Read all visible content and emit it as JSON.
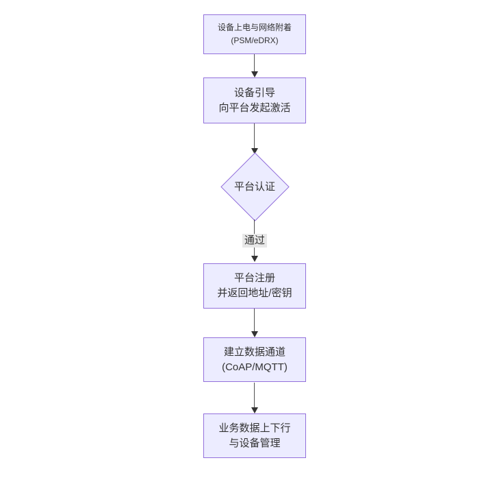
{
  "theme": {
    "background": "#ffffff",
    "node_fill": "#ECECFF",
    "node_border": "#9370DB",
    "node_text": "#333333",
    "edge_color": "#333333",
    "edge_label_bg": "#e8e8e8"
  },
  "diagram": {
    "type": "flowchart",
    "direction": "top-down",
    "nodes": [
      {
        "id": "n1",
        "shape": "rect",
        "lines": [
          "设备上电与网络附着",
          "(PSM/eDRX)"
        ]
      },
      {
        "id": "n2",
        "shape": "rect",
        "lines": [
          "设备引导",
          "向平台发起激活"
        ]
      },
      {
        "id": "n3",
        "shape": "diamond",
        "lines": [
          "平台认证"
        ]
      },
      {
        "id": "n4",
        "shape": "rect",
        "lines": [
          "平台注册",
          "并返回地址/密钥"
        ]
      },
      {
        "id": "n5",
        "shape": "rect",
        "lines": [
          "建立数据通道",
          "(CoAP/MQTT)"
        ]
      },
      {
        "id": "n6",
        "shape": "rect",
        "lines": [
          "业务数据上下行",
          "与设备管理"
        ]
      }
    ],
    "edges": [
      {
        "from": "n1",
        "to": "n2",
        "label": ""
      },
      {
        "from": "n2",
        "to": "n3",
        "label": ""
      },
      {
        "from": "n3",
        "to": "n4",
        "label": "通过"
      },
      {
        "from": "n4",
        "to": "n5",
        "label": ""
      },
      {
        "from": "n5",
        "to": "n6",
        "label": ""
      }
    ]
  }
}
